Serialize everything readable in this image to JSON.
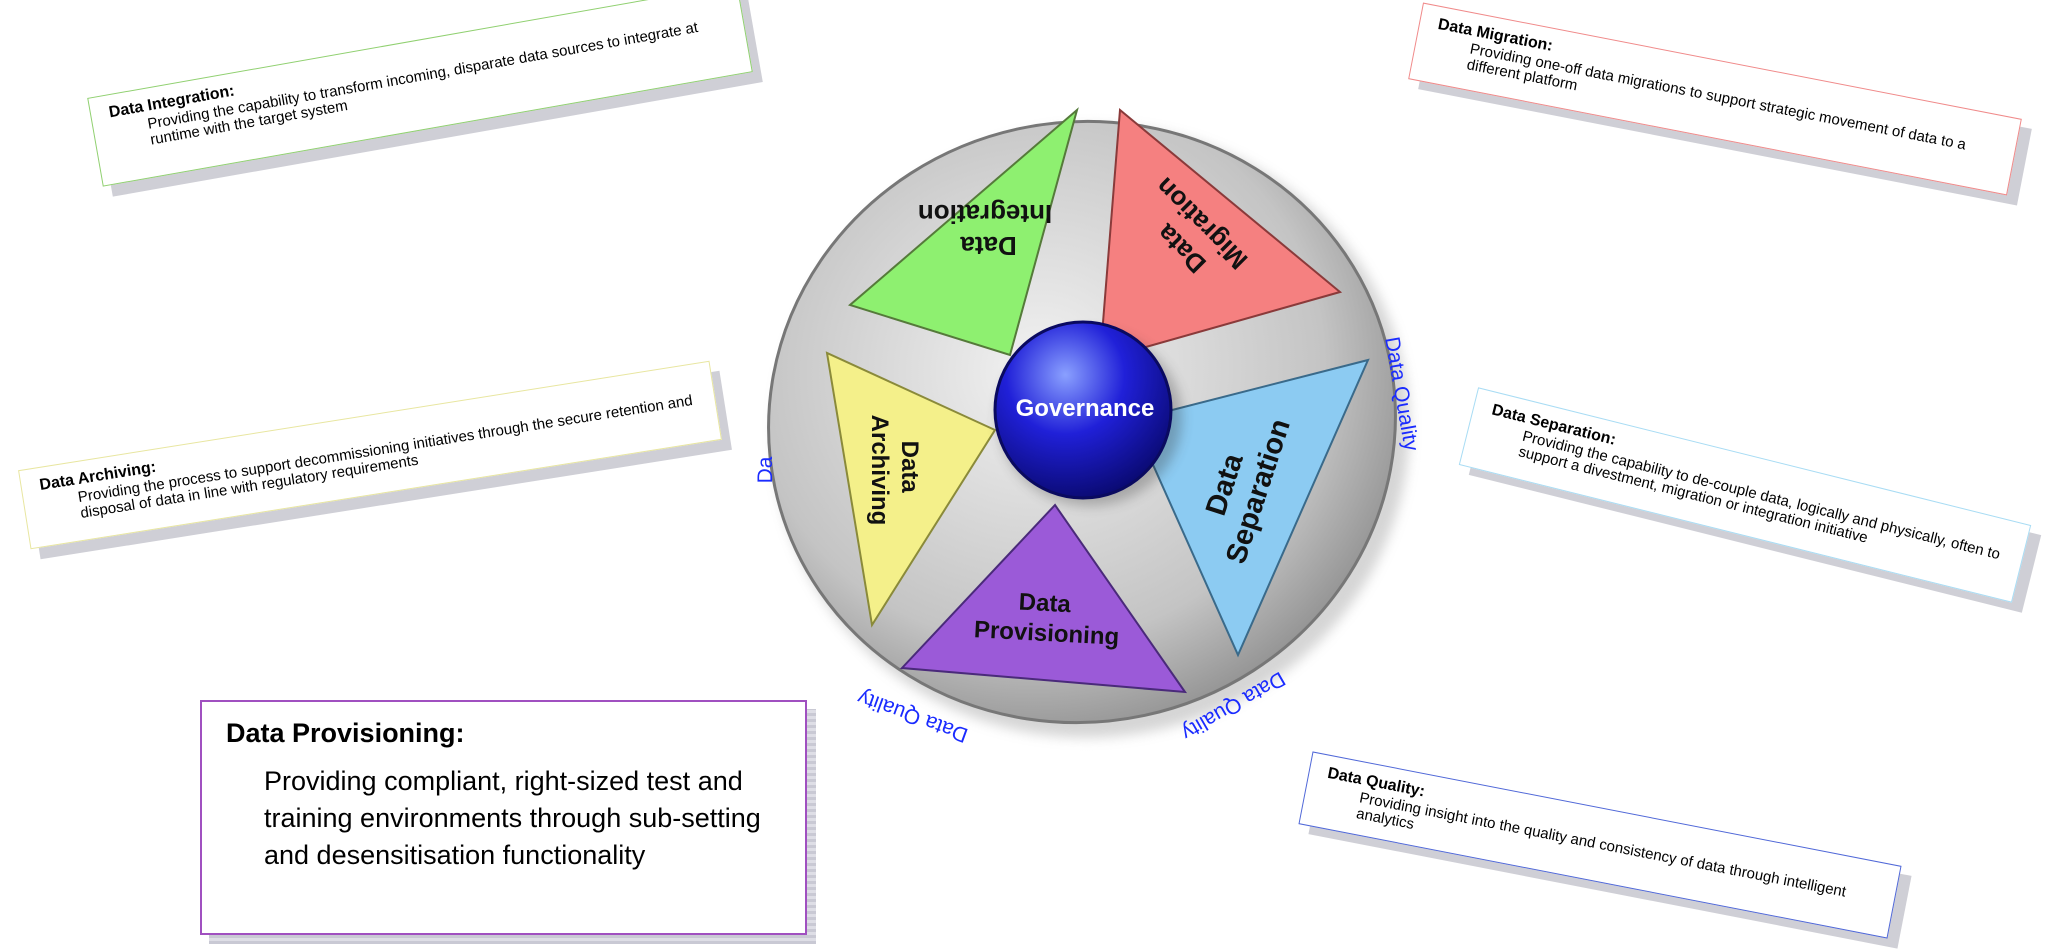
{
  "center": {
    "label": "Governance"
  },
  "segments": {
    "integration": {
      "line1": "Data",
      "line2": "Integration",
      "color": "#8ef070"
    },
    "migration": {
      "line1": "Data",
      "line2": "Migration",
      "color": "#f58080"
    },
    "separation": {
      "line1": "Data",
      "line2": "Separation",
      "color": "#8ccbf2"
    },
    "provisioning": {
      "line1": "Data",
      "line2": "Provisioning",
      "color": "#9b5ad8"
    },
    "archiving": {
      "line1": "Data",
      "line2": "Archiving",
      "color": "#f4f08a"
    }
  },
  "ring_labels": {
    "right": "Data Quality",
    "bottom_right": "Data Quality",
    "bottom_left": "Data Quality",
    "left": "Da"
  },
  "cards": {
    "integration": {
      "title": "Data Integration:",
      "desc": "Providing the capability to transform incoming, disparate data sources to integrate at runtime with the target system",
      "border": "#90d070"
    },
    "archiving": {
      "title": "Data Archiving:",
      "desc": "Providing the process to support decommissioning initiatives through the secure retention and disposal of data in line with regulatory requirements",
      "border": "#e8e6a0"
    },
    "migration": {
      "title": "Data Migration:",
      "desc": "Providing one-off data migrations to support strategic movement of data to a different platform",
      "border": "#f08a8a"
    },
    "separation": {
      "title": "Data Separation:",
      "desc": "Providing the capability to de-couple data, logically and physically, often to support a divestment, migration or integration initiative",
      "border": "#a8dcf4"
    },
    "quality": {
      "title": "Data Quality:",
      "desc": "Providing insight into the quality and consistency of data through intelligent analytics",
      "border": "#5068d8"
    },
    "provisioning": {
      "title": "Data Provisioning:",
      "desc": "Providing compliant, right-sized test and training environments through sub-setting and desensitisation functionality",
      "border": "#a050c0"
    }
  },
  "colors": {
    "ring_fill": "#c8c8c8",
    "ring_text": "#1a2bff",
    "hub": "#1414c8"
  }
}
